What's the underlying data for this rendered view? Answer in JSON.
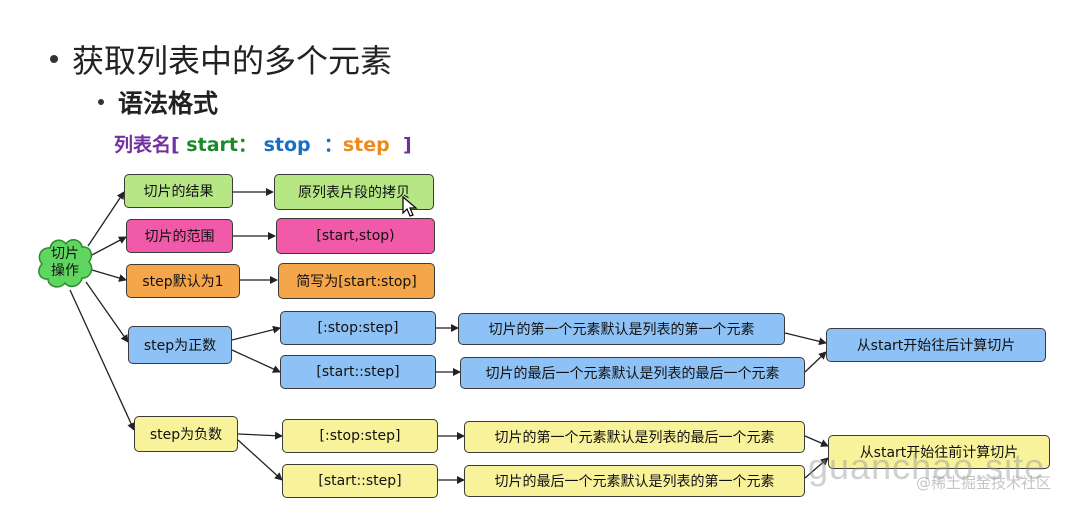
{
  "heading": "获取列表中的多个元素",
  "subheading": "语法格式",
  "syntax": {
    "list_name": "列表名[",
    "start": " start：",
    "stop": " stop ",
    "colon": " ：",
    "step": "step",
    "close": "  ]"
  },
  "colors": {
    "list_name": "#7030a0",
    "start": "#1a8a2a",
    "stop": "#1a6fc4",
    "colon": "#1a6fc4",
    "step": "#ee8a1c",
    "close": "#7030a0"
  },
  "root_label_line1": "切片",
  "root_label_line2": "操作",
  "nodes": {
    "result": "切片的结果",
    "result_desc": "原列表片段的拷贝",
    "range": "切片的范围",
    "range_desc": "[start,stop)",
    "step_default": "step默认为1",
    "step_default_desc": "简写为[start:stop]",
    "step_pos": "step为正数",
    "pos_stop_only": "[:stop:step]",
    "pos_start_only": "[start::step]",
    "pos_first_desc": "切片的第一个元素默认是列表的第一个元素",
    "pos_last_desc": "切片的最后一个元素默认是列表的最后一个元素",
    "pos_result": "从start开始往后计算切片",
    "step_neg": "step为负数",
    "neg_stop_only": "[:stop:step]",
    "neg_start_only": "[start::step]",
    "neg_first_desc": "切片的第一个元素默认是列表的最后一个元素",
    "neg_last_desc": "切片的最后一个元素默认是列表的第一个元素",
    "neg_result": "从start开始往前计算切片"
  },
  "icons": {
    "root": "cloud-shape",
    "pointer": "mouse-pointer-icon"
  },
  "watermark": "guanchao.site",
  "watermark_sub": "@稀土掘金技术社区"
}
